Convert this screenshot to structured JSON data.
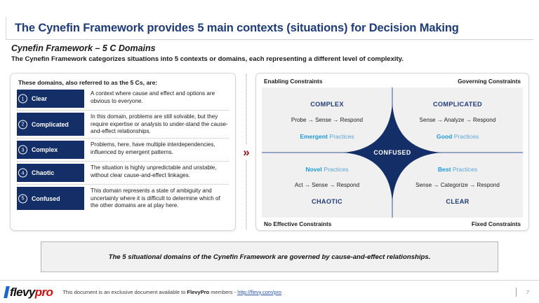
{
  "slide": {
    "title": "The Cynefin Framework provides 5 main contexts (situations) for Decision Making",
    "subtitle": "Cynefin Framework – 5 C Domains",
    "lead": "The Cynefin Framework categorizes situations into 5 contexts or domains, each representing a different level of complexity.",
    "divider_icon": "double-chevron-right-icon"
  },
  "left_panel": {
    "heading": "These domains, also referred to as the 5 Cs, are:",
    "domains": [
      {
        "num": "1",
        "name": "Clear",
        "description": "A context where cause and effect and options are obvious to everyone."
      },
      {
        "num": "2",
        "name": "Complicated",
        "description": "In this domain, problems are still solvable, but they require expertise or analysis to under-stand the cause-and-effect relationships."
      },
      {
        "num": "3",
        "name": "Complex",
        "description": "Problems, here, have multiple interdependencies, influenced by emergent patterns."
      },
      {
        "num": "4",
        "name": "Chaotic",
        "description": "The situation is highly unpredictable and unstable, without clear cause-and-effect linkages."
      },
      {
        "num": "5",
        "name": "Confused",
        "description": "This domain represents a state of ambiguity and uncertainty where it is difficult to determine which of the other domains are at play here."
      }
    ]
  },
  "right_panel": {
    "top_left_constraint": "Enabling Constraints",
    "top_right_constraint": "Governing Constraints",
    "bottom_left_constraint": "No Effective Constraints",
    "bottom_right_constraint": "Fixed Constraints",
    "center_label": "CONFUSED",
    "quadrants": [
      {
        "title": "COMPLEX",
        "flow": "Probe → Sense → Respond",
        "practice_bold": "Emergent",
        "practice_rest": " Practices",
        "order": "title-flow-practice"
      },
      {
        "title": "COMPLICATED",
        "flow": "Sense → Analyze → Respond",
        "practice_bold": "Good",
        "practice_rest": " Practices",
        "order": "title-flow-practice"
      },
      {
        "title": "CHAOTIC",
        "flow": "Act → Sense → Respond",
        "practice_bold": "Novel",
        "practice_rest": " Practices",
        "order": "practice-flow-title"
      },
      {
        "title": "CLEAR",
        "flow": "Sense → Categorize → Respond",
        "practice_bold": "Best",
        "practice_rest": " Practices",
        "order": "practice-flow-title"
      }
    ]
  },
  "takeaway": {
    "text": "The 5 situational domains of the Cynefin Framework are governed by cause-and-effect relationships."
  },
  "footer": {
    "logo_primary": "flevy",
    "logo_secondary": "pro",
    "note_prefix": "This document is an exclusive document available to ",
    "note_brand": "FlevyPro",
    "note_middle": " members - ",
    "note_link": "http://flevy.com/pro",
    "page_number": "7"
  },
  "colors": {
    "navy": "#142F68",
    "title_blue": "#1F3C77",
    "accent_cyan": "#1C9AD6",
    "chevron_red": "#9B1313",
    "logo_red": "#CC1111",
    "logo_blue": "#1B66C9"
  }
}
